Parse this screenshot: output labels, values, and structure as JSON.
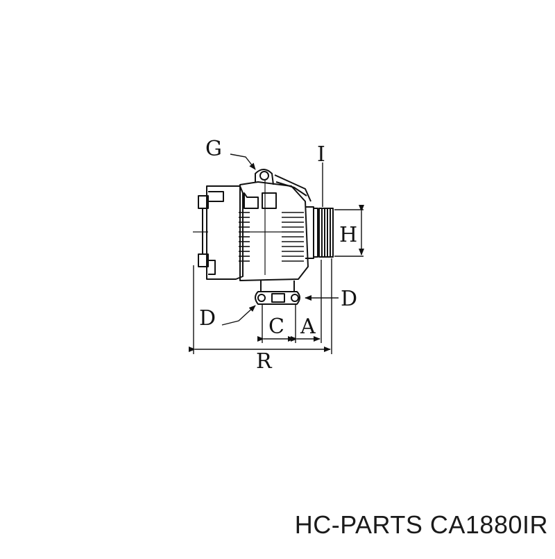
{
  "diagram": {
    "labels": {
      "G": "G",
      "I": "I",
      "H": "H",
      "D_right": "D",
      "D_left": "D",
      "C": "C",
      "A": "A",
      "R": "R"
    }
  },
  "caption": "HC-PARTS CA1880IR",
  "colors": {
    "ink": "#111111",
    "background": "#ffffff"
  }
}
